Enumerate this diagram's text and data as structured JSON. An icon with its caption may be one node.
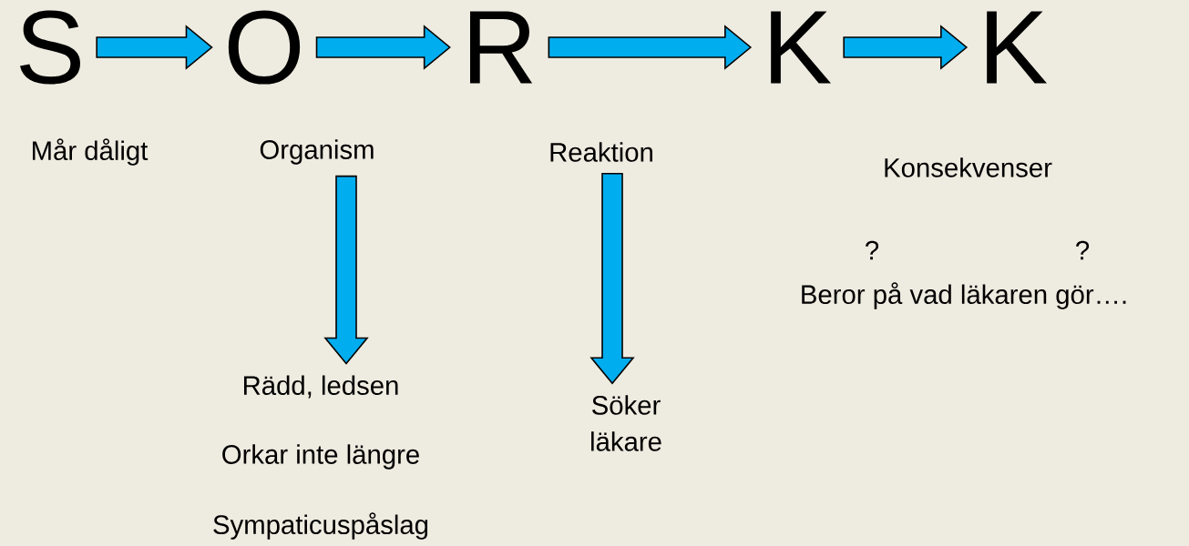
{
  "diagram": {
    "nodes": [
      {
        "text": [
          "S"
        ]
      },
      {
        "text": [
          "O"
        ]
      },
      {
        "text": [
          "R"
        ]
      },
      {
        "text": [
          "K"
        ]
      },
      {
        "text": [
          "K"
        ]
      },
      {
        "text": [
          "Organism"
        ]
      },
      {
        "text": [
          "Reaktion"
        ]
      },
      {
        "text": [
          "Rädd, ledsen"
        ]
      },
      {
        "text": [
          "Söker läkare"
        ]
      }
    ],
    "edges": [
      {
        "from": 0,
        "to": 1,
        "arrow": "to"
      },
      {
        "from": 1,
        "to": 2,
        "arrow": "to"
      },
      {
        "from": 2,
        "to": 3,
        "arrow": "to"
      },
      {
        "from": 3,
        "to": 4,
        "arrow": "to"
      },
      {
        "from": 5,
        "to": 7,
        "arrow": "to"
      },
      {
        "from": 6,
        "to": 8,
        "arrow": "to"
      }
    ],
    "labels": [
      "Mår dåligt",
      "Konsekvenser",
      "?",
      "?",
      "Beror på vad läkaren gör….",
      "Orkar inte längre",
      "Sympaticuspåslag"
    ]
  }
}
